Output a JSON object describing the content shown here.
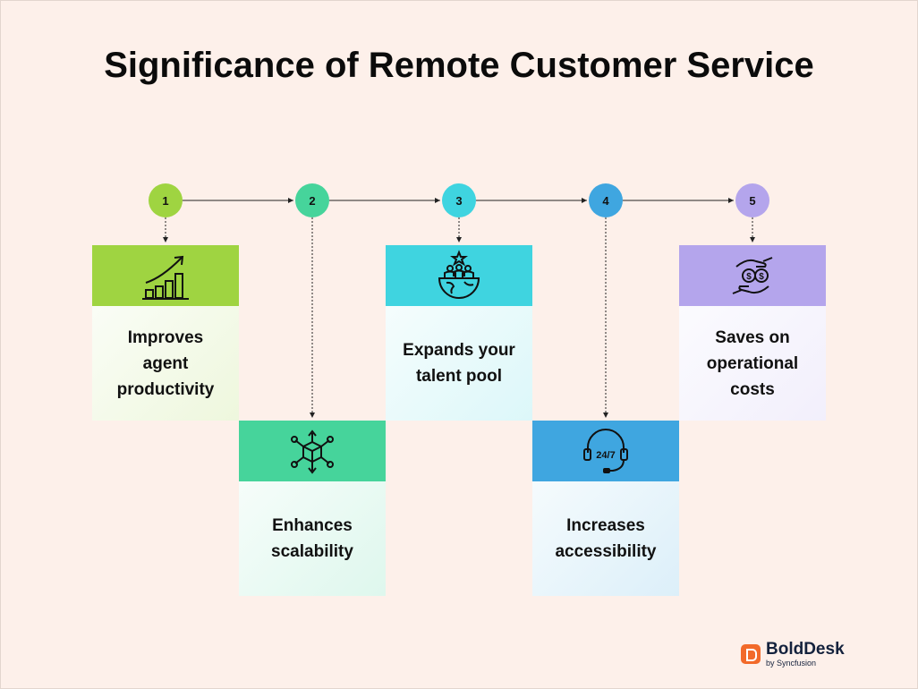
{
  "title": "Significance of Remote Customer Service",
  "steps": [
    {
      "number": "1",
      "label": "Improves agent productivity",
      "color": "#9fd441",
      "icon": "growth-chart-icon"
    },
    {
      "number": "2",
      "label": "Enhances scalability",
      "color": "#46d49b",
      "icon": "scalable-cube-icon"
    },
    {
      "number": "3",
      "label": "Expands your talent pool",
      "color": "#3fd4e0",
      "icon": "global-team-icon"
    },
    {
      "number": "4",
      "label": "Increases accessibility",
      "color": "#3fa6e0",
      "icon": "support-24-7-icon"
    },
    {
      "number": "5",
      "label": "Saves on operational costs",
      "color": "#b4a5ec",
      "icon": "money-hand-icon"
    }
  ],
  "icon_text": {
    "support": "24/7",
    "coin": "$"
  },
  "logo": {
    "name": "BoldDesk",
    "byline": "by Syncfusion",
    "color": "#f26a2a"
  }
}
